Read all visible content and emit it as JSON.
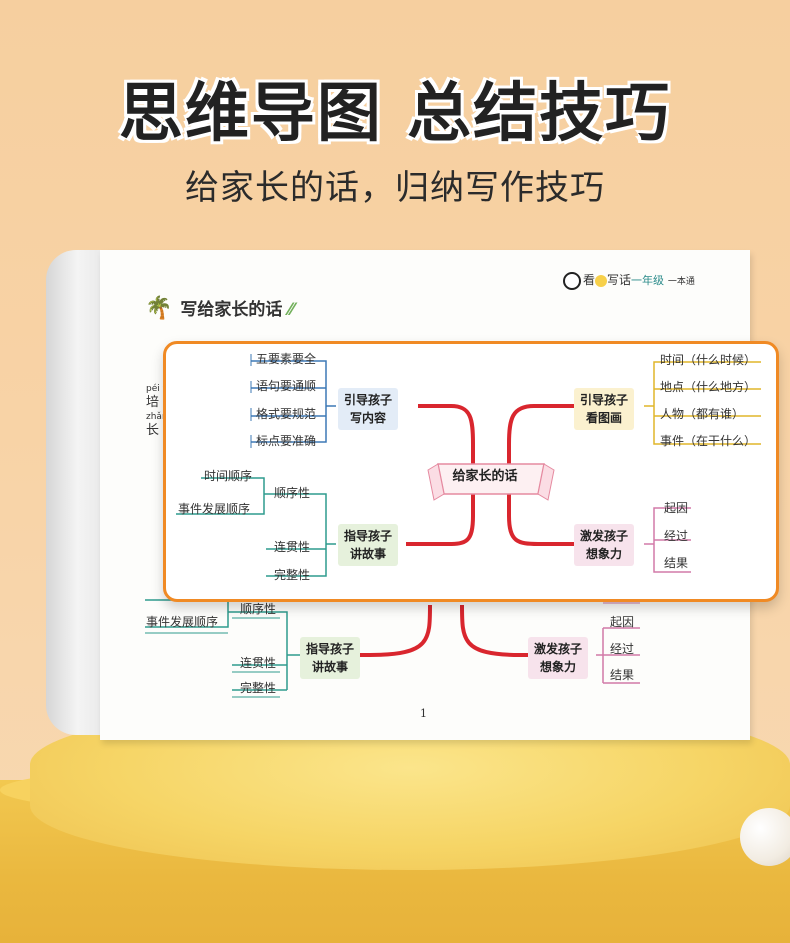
{
  "headline": "思维导图 总结技巧",
  "subheadline": "给家长的话，归纳写作技巧",
  "book": {
    "brand_a": "看",
    "brand_b": "写话",
    "brand_grade": "一年级",
    "brand_tail": "一本通",
    "page_title": "写给家长的话",
    "side_pinyin1": "péi yǎ",
    "side_char1": "培",
    "side_pinyin2": "zhǎng",
    "side_char2": "长",
    "page_number": "1"
  },
  "mindmap": {
    "center": "给家长的话",
    "branches": {
      "top_left": {
        "label_1": "引导孩子",
        "label_2": "写内容",
        "items": [
          "五要素要全",
          "语句要通顺",
          "格式要规范",
          "标点要准确"
        ]
      },
      "top_right": {
        "label_1": "引导孩子",
        "label_2": "看图画",
        "items": [
          "时间（什么时候）",
          "地点（什么地方）",
          "人物（都有谁）",
          "事件（在干什么）"
        ]
      },
      "bottom_left": {
        "label_1": "指导孩子",
        "label_2": "讲故事",
        "sub1": "顺序性",
        "sub1_items": [
          "时间顺序",
          "事件发展顺序"
        ],
        "sub2": "连贯性",
        "sub3": "完整性"
      },
      "bottom_right": {
        "label_1": "激发孩子",
        "label_2": "想象力",
        "items": [
          "起因",
          "经过",
          "结果"
        ]
      }
    }
  },
  "colors": {
    "red": "#d9262e",
    "blue": "#3d78b5",
    "yellow": "#e0b52a",
    "teal": "#2f9b8e",
    "pink": "#d27aa8",
    "orange": "#f08a24"
  }
}
